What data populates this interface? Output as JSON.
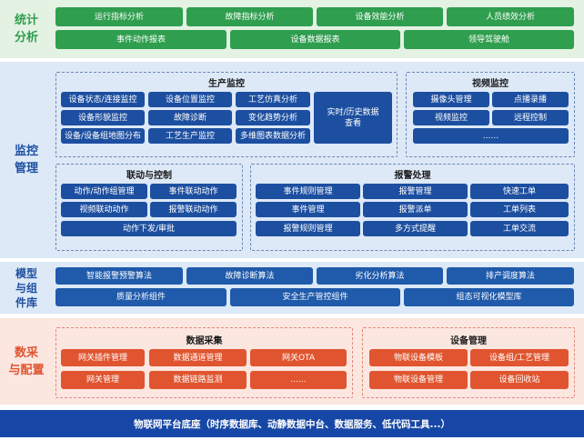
{
  "analysis": {
    "title": "统计\n分析",
    "color": "#2f9e4e",
    "row1": [
      "运行指标分析",
      "故障指标分析",
      "设备效能分析",
      "人员绩效分析"
    ],
    "row2": [
      "事件动作报表",
      "设备数据报表",
      "领导驾驶舱"
    ]
  },
  "monitor": {
    "title": "监控\n管理",
    "color": "#1d4fa0",
    "production": {
      "title": "生产监控",
      "items": [
        "设备状态/连接监控",
        "设备位置监控",
        "工艺仿真分析",
        "设备形貌监控",
        "故障诊断",
        "变化趋势分析",
        "设备/设备组地图分布",
        "工艺生产监控",
        "多维图表数据分析"
      ],
      "side": "实时/历史数据\n查看"
    },
    "video": {
      "title": "视频监控",
      "items": [
        "摄像头管理",
        "点播录播",
        "视频监控",
        "远程控制"
      ],
      "more": "......"
    },
    "linkage": {
      "title": "联动与控制",
      "items": [
        "动作/动作组管理",
        "事件联动动作",
        "视频联动动作",
        "报警联动动作"
      ],
      "bottom": "动作下发/审批"
    },
    "alarm": {
      "title": "报警处理",
      "items": [
        "事件规则管理",
        "报警管理",
        "快速工单",
        "事件管理",
        "报警派单",
        "工单列表",
        "报警规则管理",
        "多方式提醒",
        "工单交流"
      ]
    }
  },
  "models": {
    "title": "模型\n与组\n件库",
    "color": "#1d4fa0",
    "row1": [
      "智能报警预警算法",
      "故障诊断算法",
      "劣化分析算法",
      "排产调度算法"
    ],
    "row2": [
      "质量分析组件",
      "安全生产管控组件",
      "组态可视化模型库"
    ]
  },
  "collect": {
    "title": "数采\n与配置",
    "color": "#e0552f",
    "data": {
      "title": "数据采集",
      "items": [
        "网关插件管理",
        "数据通道管理",
        "网关OTA",
        "网关管理",
        "数据链路监测",
        "......"
      ]
    },
    "device": {
      "title": "设备管理",
      "items": [
        "物联设备模板",
        "设备组/工艺管理",
        "物联设备管理",
        "设备回收站"
      ]
    }
  },
  "base": {
    "text": "物联网平台底座（时序数据库、动静数据中台、数据服务、低代码工具...）",
    "color": "#1747a6"
  }
}
